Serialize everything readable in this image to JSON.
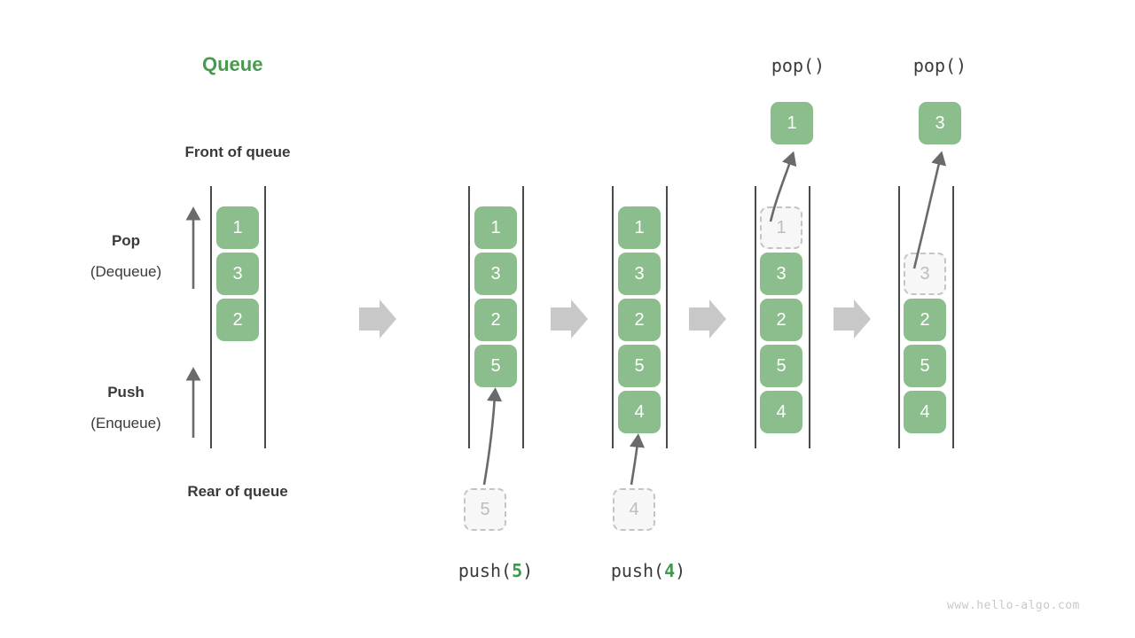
{
  "title": "Queue",
  "labels": {
    "front": "Front of queue",
    "rear": "Rear of queue",
    "pop_bold": "Pop",
    "pop_paren": "(Dequeue)",
    "push_bold": "Push",
    "push_paren": "(Enqueue)"
  },
  "watermark": "www.hello-algo.com",
  "colors": {
    "cell_green": "#8cbd8c",
    "title_green": "#479a50",
    "accent_green": "#3f9a4e",
    "ghost_fill": "#f7f7f7",
    "ghost_border": "#c4c4c4",
    "ghost_text": "#bdbdbd",
    "rail": "#4a4a4a",
    "arrow_dark": "#6a6a6a",
    "step_arrow": "#c8c8c8",
    "text": "#3a3a3a",
    "watermark": "#c9c9c9"
  },
  "stages": [
    {
      "id": "initial",
      "cells": [
        "1",
        "3",
        "2"
      ],
      "ghost": null,
      "popped": null,
      "op_label": null,
      "op_arg": null
    },
    {
      "id": "push-5",
      "cells": [
        "1",
        "3",
        "2",
        "5"
      ],
      "ghost": "5",
      "popped": null,
      "op_label": "push(",
      "op_arg": "5",
      "op_close": ")"
    },
    {
      "id": "push-4",
      "cells": [
        "1",
        "3",
        "2",
        "5",
        "4"
      ],
      "ghost": "4",
      "popped": null,
      "op_label": "push(",
      "op_arg": "4",
      "op_close": ")"
    },
    {
      "id": "pop-1",
      "cells": [
        "3",
        "2",
        "5",
        "4"
      ],
      "ghost": "1",
      "popped": "1",
      "op_label": "pop()",
      "op_arg": null
    },
    {
      "id": "pop-3",
      "cells": [
        "2",
        "5",
        "4"
      ],
      "ghost": "3",
      "popped": "3",
      "op_label": "pop()",
      "op_arg": null
    }
  ],
  "step_arrows": [
    "step-arrow-1",
    "step-arrow-2",
    "step-arrow-3",
    "step-arrow-4"
  ]
}
